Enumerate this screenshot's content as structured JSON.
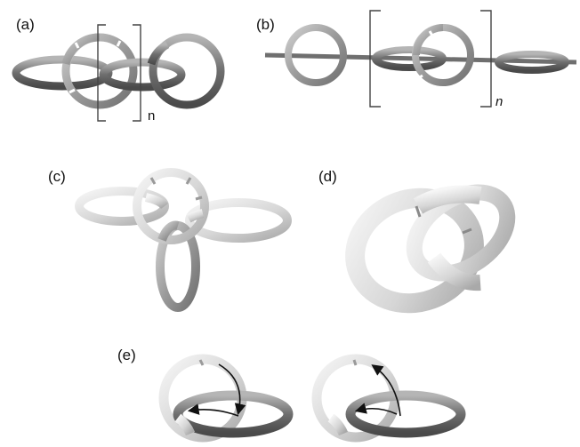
{
  "panels": {
    "a": {
      "label": "(a)",
      "repeat": "n"
    },
    "b": {
      "label": "(b)",
      "repeat": "n"
    },
    "c": {
      "label": "(c)"
    },
    "d": {
      "label": "(d)"
    },
    "e": {
      "label": "(e)"
    }
  },
  "colors": {
    "dark_ring": "#7a7a7a",
    "mid_ring": "#9a9a9a",
    "light_ring": "#dcdcdc",
    "bracket": "#444444",
    "arrow": "#111111",
    "background": "#ffffff"
  }
}
